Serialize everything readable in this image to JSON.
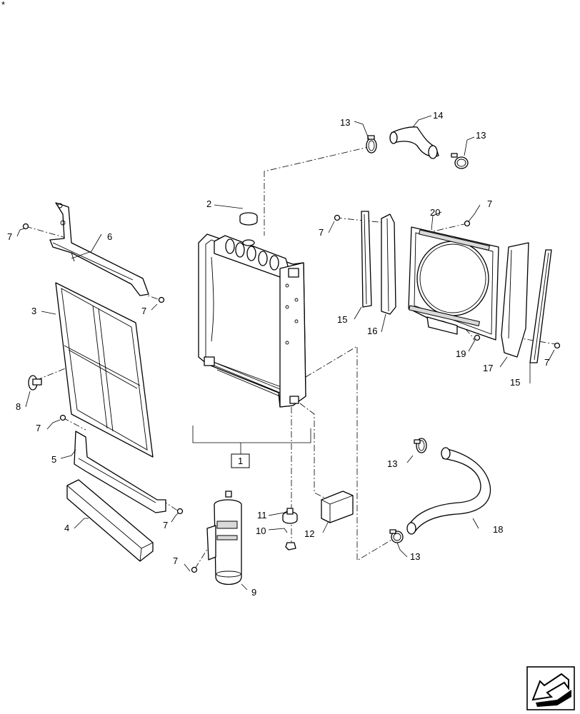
{
  "diagram": {
    "corner_mark": "*",
    "assembly_callout": "1",
    "callouts": [
      {
        "id": "c2",
        "text": "2"
      },
      {
        "id": "c3",
        "text": "3"
      },
      {
        "id": "c4",
        "text": "4"
      },
      {
        "id": "c5",
        "text": "5"
      },
      {
        "id": "c6",
        "text": "6"
      },
      {
        "id": "c7a",
        "text": "7"
      },
      {
        "id": "c7b",
        "text": "7"
      },
      {
        "id": "c7c",
        "text": "7"
      },
      {
        "id": "c7d",
        "text": "7"
      },
      {
        "id": "c7e",
        "text": "7"
      },
      {
        "id": "c7f",
        "text": "7"
      },
      {
        "id": "c7g",
        "text": "7"
      },
      {
        "id": "c7h",
        "text": "7"
      },
      {
        "id": "c8",
        "text": "8"
      },
      {
        "id": "c9",
        "text": "9"
      },
      {
        "id": "c10",
        "text": "10"
      },
      {
        "id": "c11",
        "text": "11"
      },
      {
        "id": "c12",
        "text": "12"
      },
      {
        "id": "c13a",
        "text": "13"
      },
      {
        "id": "c13b",
        "text": "13"
      },
      {
        "id": "c13c",
        "text": "13"
      },
      {
        "id": "c13d",
        "text": "13"
      },
      {
        "id": "c14",
        "text": "14"
      },
      {
        "id": "c15a",
        "text": "15"
      },
      {
        "id": "c15b",
        "text": "15"
      },
      {
        "id": "c16",
        "text": "16"
      },
      {
        "id": "c17",
        "text": "17"
      },
      {
        "id": "c18",
        "text": "18"
      },
      {
        "id": "c19",
        "text": "19"
      },
      {
        "id": "c20",
        "text": "20"
      }
    ],
    "nav_icon": "arrow-back-icon"
  }
}
